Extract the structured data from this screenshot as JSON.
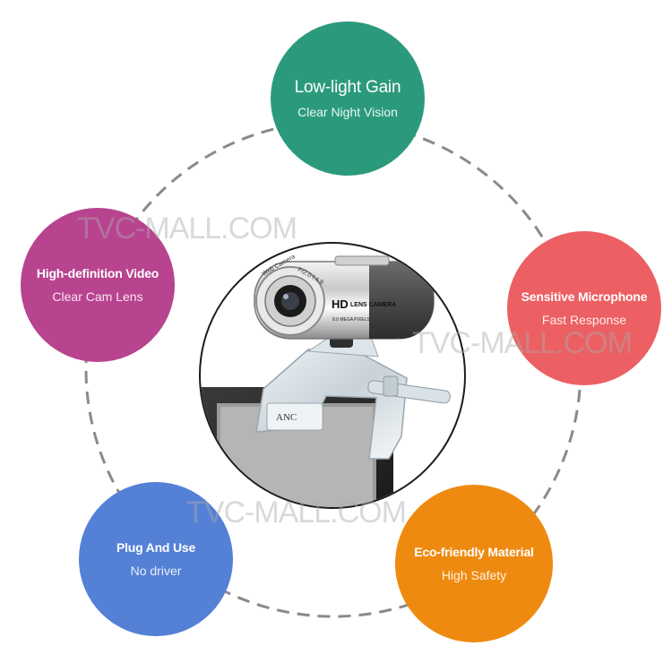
{
  "features": {
    "lowlight": {
      "title": "Low-light Gain",
      "subtitle": "Clear Night Vision"
    },
    "hdvideo": {
      "title": "High-definition Video",
      "subtitle": "Clear Cam Lens"
    },
    "mic": {
      "title": "Sensitive Microphone",
      "subtitle": "Fast Response"
    },
    "plug": {
      "title": "Plug And Use",
      "subtitle": "No driver"
    },
    "eco": {
      "title": "Eco-friendly Material",
      "subtitle": "High Safety"
    }
  },
  "product": {
    "lens_text_1": "Web Camera",
    "lens_text_2": "F/2.0 f:4.8",
    "label_hd": "HD",
    "label_lens": "LENS CAMERA",
    "label_pixel": "8.0 MEGA PIXELS",
    "brand": "ANC"
  },
  "watermark": "TVC-MALL.COM",
  "colors": {
    "lowlight": "#2b9a7c",
    "hdvideo": "#b8438f",
    "mic": "#ec5f62",
    "plug": "#5480d6",
    "eco": "#ef8a10",
    "dashed_ring": "#8a8a8a"
  }
}
